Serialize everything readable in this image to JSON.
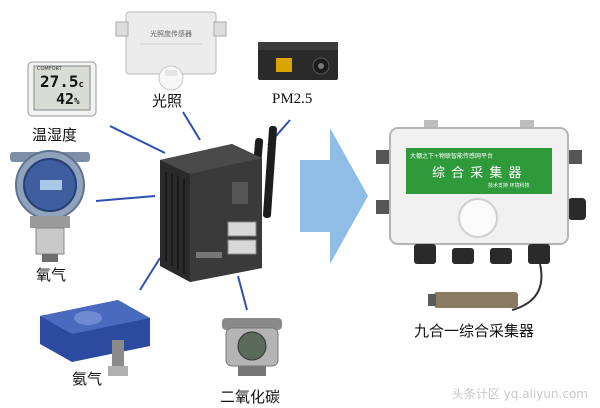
{
  "labels": {
    "light": "光照",
    "pm25": "PM2.5",
    "temp_humidity": "温湿度",
    "oxygen": "氧气",
    "ammonia": "氨气",
    "co2": "二氧化碳",
    "collector": "九合一综合采集器"
  },
  "hygrometer": {
    "temp": "27.5",
    "temp_unit": "c",
    "humidity": "42"
  },
  "collector_panel": {
    "top_text": "大棚之下+物联智能传感网平台",
    "title": "综 合 采 集 器",
    "bottom_text": "技术支持  环境科技"
  },
  "watermark": "头条计区 yq.aliyun.com",
  "colors": {
    "connector": "#2f4fb0",
    "arrow": "#8fbde6",
    "panel_green": "#2e9a3c"
  }
}
